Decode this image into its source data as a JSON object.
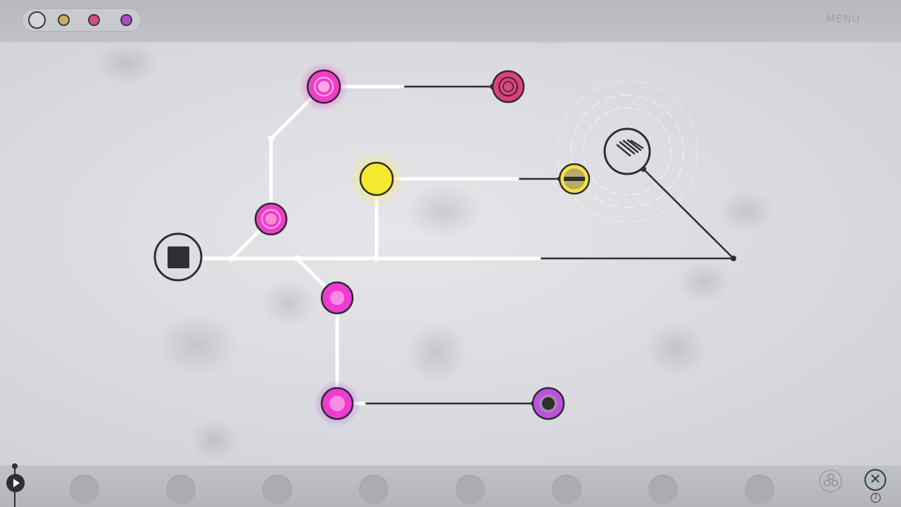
{
  "header": {
    "menu_label": "MENU",
    "color_swatches": [
      {
        "name": "white",
        "color": "#d6d6d8",
        "selected": true
      },
      {
        "name": "yellow",
        "color": "#c8b35a",
        "selected": false
      },
      {
        "name": "pink",
        "color": "#d4507a",
        "selected": false
      },
      {
        "name": "purple",
        "color": "#a94bd0",
        "selected": false
      }
    ]
  },
  "theme": {
    "pink": "#f03ec8",
    "crimson": "#e0407a",
    "yellow": "#f6e830",
    "purple": "#c04ee0",
    "wire_active": "#ffffff",
    "wire_inactive": "#2e2e33",
    "outline": "#2e2e33"
  },
  "board": {
    "source_icon": "square-stop-icon",
    "target_icons": [
      "double-ring-icon",
      "bar-icon",
      "dot-icon",
      "hatched-icon"
    ]
  },
  "footer": {
    "slot_count": 8,
    "play_icon": "play-icon",
    "share_icon": "share-icon",
    "close_icon": "close-icon",
    "close_glyph": "✕",
    "info_glyph": "i"
  }
}
